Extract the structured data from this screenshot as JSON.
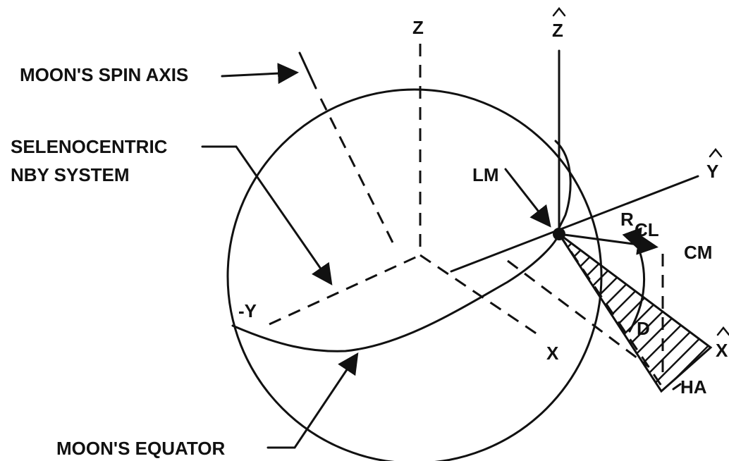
{
  "labels": {
    "z": "Z",
    "z_hat": "Z",
    "y_hat": "Y",
    "x_hat": "X",
    "x": "X",
    "neg_y": "-Y",
    "spin_axis": "MOON'S SPIN AXIS",
    "selenocentric_line1": "SELENOCENTRIC",
    "selenocentric_line2": "NBY SYSTEM",
    "lm": "LM",
    "r": "R",
    "r_sub": "CL",
    "cm": "CM",
    "d": "D",
    "ha": "HA",
    "equator": "MOON'S EQUATOR"
  }
}
